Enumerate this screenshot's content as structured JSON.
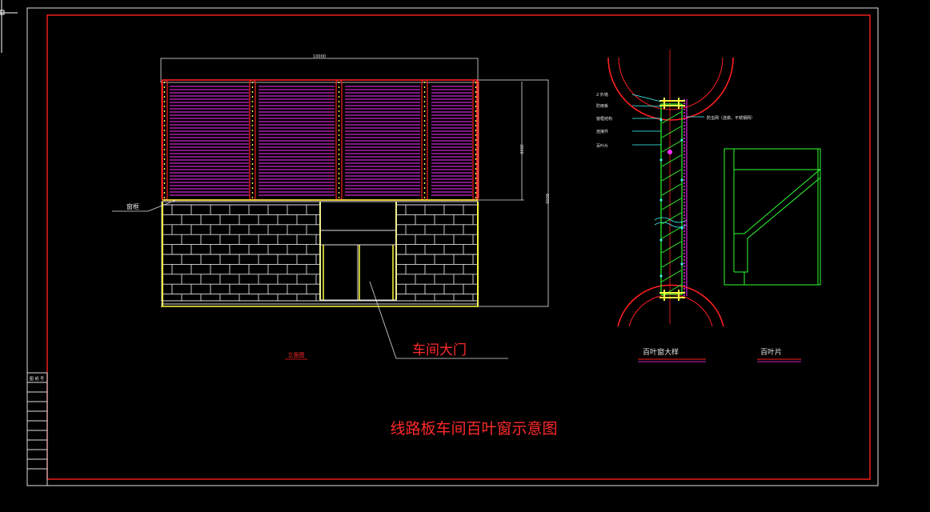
{
  "drawing": {
    "title": "线路板车间百叶窗示意图",
    "door_label": "车间大门",
    "elevation_label": "立面图",
    "left_callout": "窗框",
    "dim_top": "10000",
    "dim_right_upper": "3000",
    "dim_right_total": "6000",
    "louver_detail_label": "百叶窗大样",
    "blade_label": "百叶片",
    "section_labels": [
      "2 外墙",
      "防雨板",
      "窗框结构",
      "连接件",
      "百叶片"
    ],
    "right_note": "防虫网（选做，不锈钢网）",
    "title_block_header": "图 纸 号"
  },
  "colors": {
    "background": "#000000",
    "frame": "#ff2020",
    "border": "#e0e0e0",
    "louver": "#ff30ff",
    "mullion": "#ffff40",
    "section_green": "#30ff30",
    "leader_cyan": "#40ffff",
    "text_red": "#ff2a2a"
  }
}
